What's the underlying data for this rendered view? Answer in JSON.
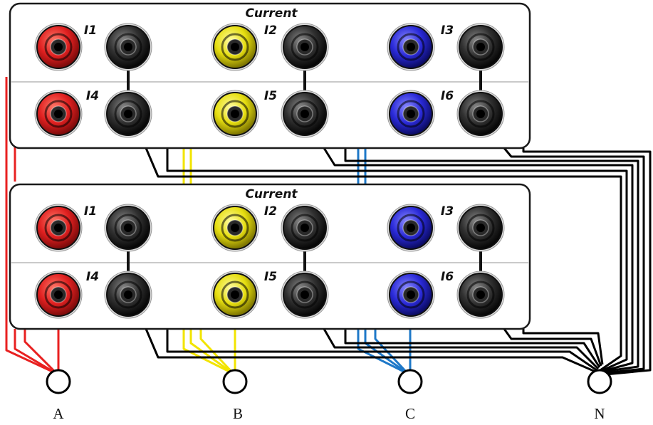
{
  "panels": [
    {
      "title": "Current",
      "channels": [
        {
          "label": "I1",
          "color": "red"
        },
        {
          "label": "I2",
          "color": "yellow"
        },
        {
          "label": "I3",
          "color": "blue"
        },
        {
          "label": "I4",
          "color": "red"
        },
        {
          "label": "I5",
          "color": "yellow"
        },
        {
          "label": "I6",
          "color": "blue"
        }
      ]
    },
    {
      "title": "Current",
      "channels": [
        {
          "label": "I1",
          "color": "red"
        },
        {
          "label": "I2",
          "color": "yellow"
        },
        {
          "label": "I3",
          "color": "blue"
        },
        {
          "label": "I4",
          "color": "red"
        },
        {
          "label": "I5",
          "color": "yellow"
        },
        {
          "label": "I6",
          "color": "blue"
        }
      ]
    }
  ],
  "nodes": [
    {
      "label": "A",
      "wire_color": "#e82020"
    },
    {
      "label": "B",
      "wire_color": "#f2e400"
    },
    {
      "label": "C",
      "wire_color": "#1e78c8"
    },
    {
      "label": "N",
      "wire_color": "#000000"
    }
  ],
  "colors": {
    "red": "#e02020",
    "yellow": "#e6de10",
    "blue": "#2a2ad8",
    "black": "#303030",
    "panel_border": "#1a1a1a"
  }
}
